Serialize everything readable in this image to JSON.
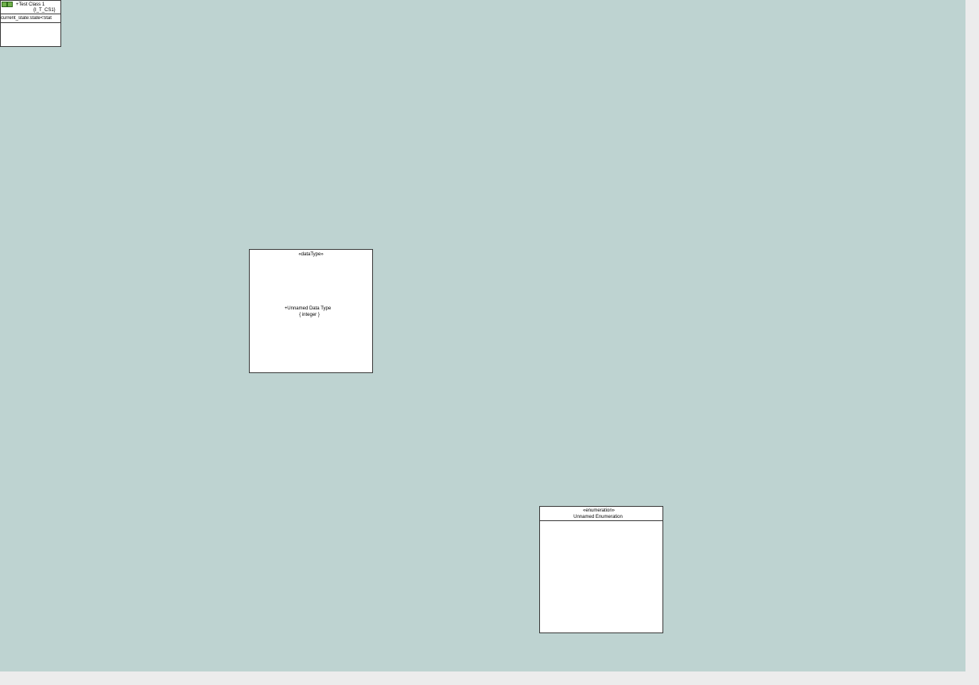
{
  "colors": {
    "canvas_background": "#bed3d1",
    "box_fill": "#ffffff",
    "box_border": "#3a3a3a",
    "scrollbar": "#ececec"
  },
  "classes": [
    {
      "icon": "class-icon",
      "title": "+Test Class 1",
      "key_letters": "{I_T_CS1}",
      "attributes": [
        "current_state:state<Stat"
      ]
    }
  ],
  "data_types": [
    {
      "stereotype": "«dataType»",
      "name": "+Unnamed Data Type",
      "core_type": "{ integer }"
    }
  ],
  "enumerations": [
    {
      "stereotype": "«enumeration»",
      "name": "Unnamed Enumeration"
    }
  ]
}
